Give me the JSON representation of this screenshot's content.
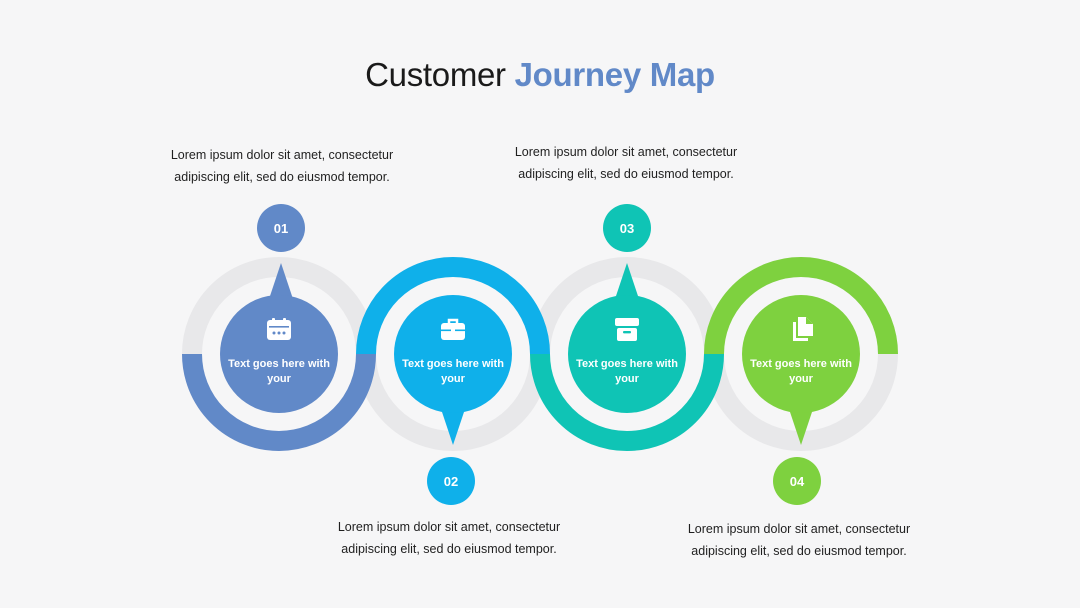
{
  "title": {
    "prefix": "Customer",
    "accent": "Journey Map"
  },
  "stages": [
    {
      "number": "01",
      "icon": "calendar-icon",
      "label": "Text goes here with your",
      "description_line1": "Lorem ipsum dolor sit amet, consectetur",
      "description_line2": "adipiscing elit, sed do eiusmod tempor.",
      "color": "#6189c8"
    },
    {
      "number": "02",
      "icon": "briefcase-icon",
      "label": "Text goes here with your",
      "description_line1": "Lorem ipsum dolor sit amet, consectetur",
      "description_line2": "adipiscing elit, sed do eiusmod tempor.",
      "color": "#0fb0ea"
    },
    {
      "number": "03",
      "icon": "archive-box-icon",
      "label": "Text goes here with your",
      "description_line1": "Lorem ipsum dolor sit amet, consectetur",
      "description_line2": "adipiscing elit, sed do eiusmod tempor.",
      "color": "#0fc4b5"
    },
    {
      "number": "04",
      "icon": "copy-documents-icon",
      "label": "Text goes here with your",
      "description_line1": "Lorem ipsum dolor sit amet, consectetur",
      "description_line2": "adipiscing elit, sed do eiusmod tempor.",
      "color": "#7ed13f"
    }
  ],
  "ring_color": "#e8e8ea"
}
